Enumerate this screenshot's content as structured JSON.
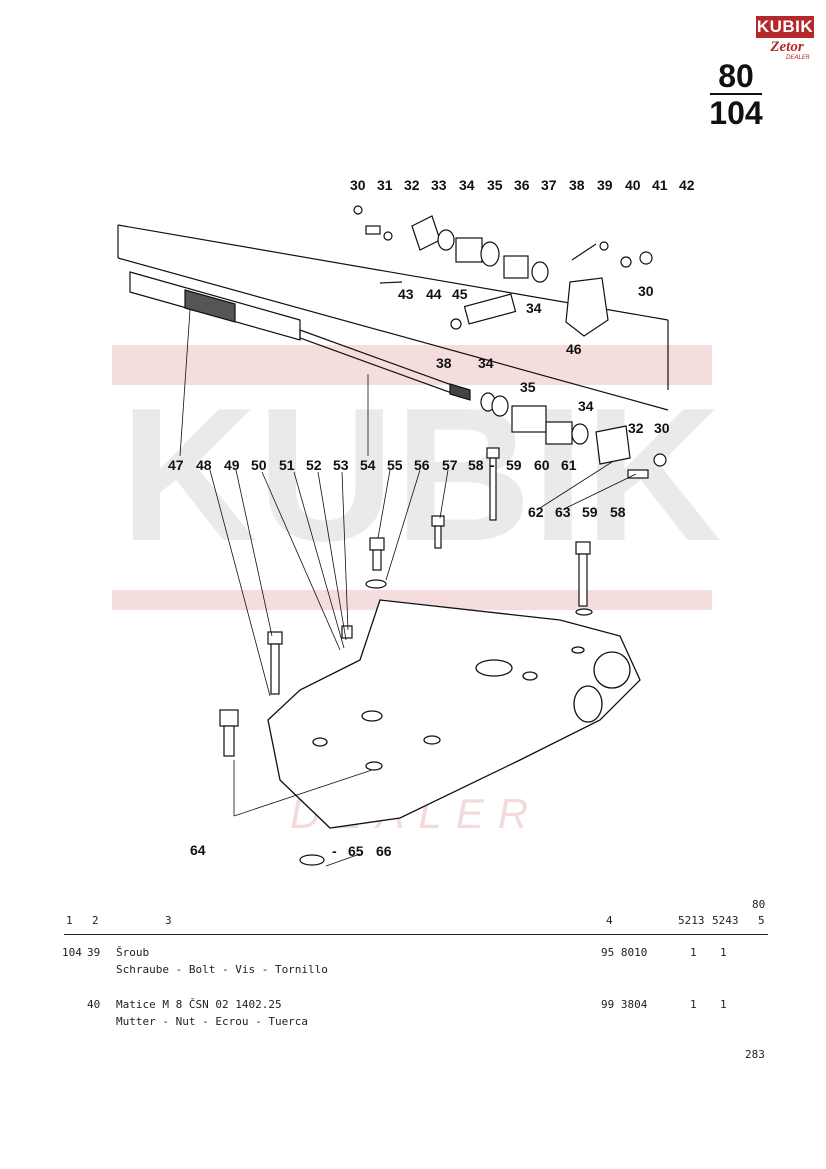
{
  "header": {
    "logo_top": "KUBIK",
    "logo_bottom": "Zetor",
    "logo_sub": "DEALER",
    "page_top": "80",
    "page_bottom": "104"
  },
  "diagram": {
    "watermark_text": "KUBIK",
    "watermark_sub": "DEALER",
    "callouts_top": [
      "30",
      "31",
      "32",
      "33",
      "34",
      "35",
      "36",
      "37",
      "38",
      "39",
      "40",
      "41",
      "42"
    ],
    "callouts_mid": [
      "43",
      "44",
      "45",
      "34",
      "46",
      "30"
    ],
    "callouts_mid2": [
      "38",
      "34",
      "35",
      "34",
      "32",
      "30"
    ],
    "callouts_row": [
      "47",
      "48",
      "49",
      "50",
      "51",
      "52",
      "53",
      "54",
      "55",
      "56",
      "57",
      "58",
      "59",
      "60",
      "61"
    ],
    "callouts_right": [
      "62",
      "63",
      "59",
      "58"
    ],
    "callouts_bottom": [
      "64",
      "65",
      "66"
    ],
    "dash": "-"
  },
  "table": {
    "model_label": "80",
    "columns": [
      "1",
      "2",
      "3",
      "4",
      "5213",
      "5243",
      "5"
    ],
    "rows": [
      {
        "col1": "104",
        "col2": "39",
        "name": "Šroub",
        "translation": "Schraube - Bolt - Vis - Tornillo",
        "part_no": "95 8010",
        "q1": "1",
        "q2": "1"
      },
      {
        "col1": "",
        "col2": "40",
        "name": "Matice M 8 ČSN 02 1402.25",
        "translation": "Mutter - Nut - Ecrou - Tuerca",
        "part_no": "99 3804",
        "q1": "1",
        "q2": "1"
      }
    ],
    "page_number": "283"
  }
}
